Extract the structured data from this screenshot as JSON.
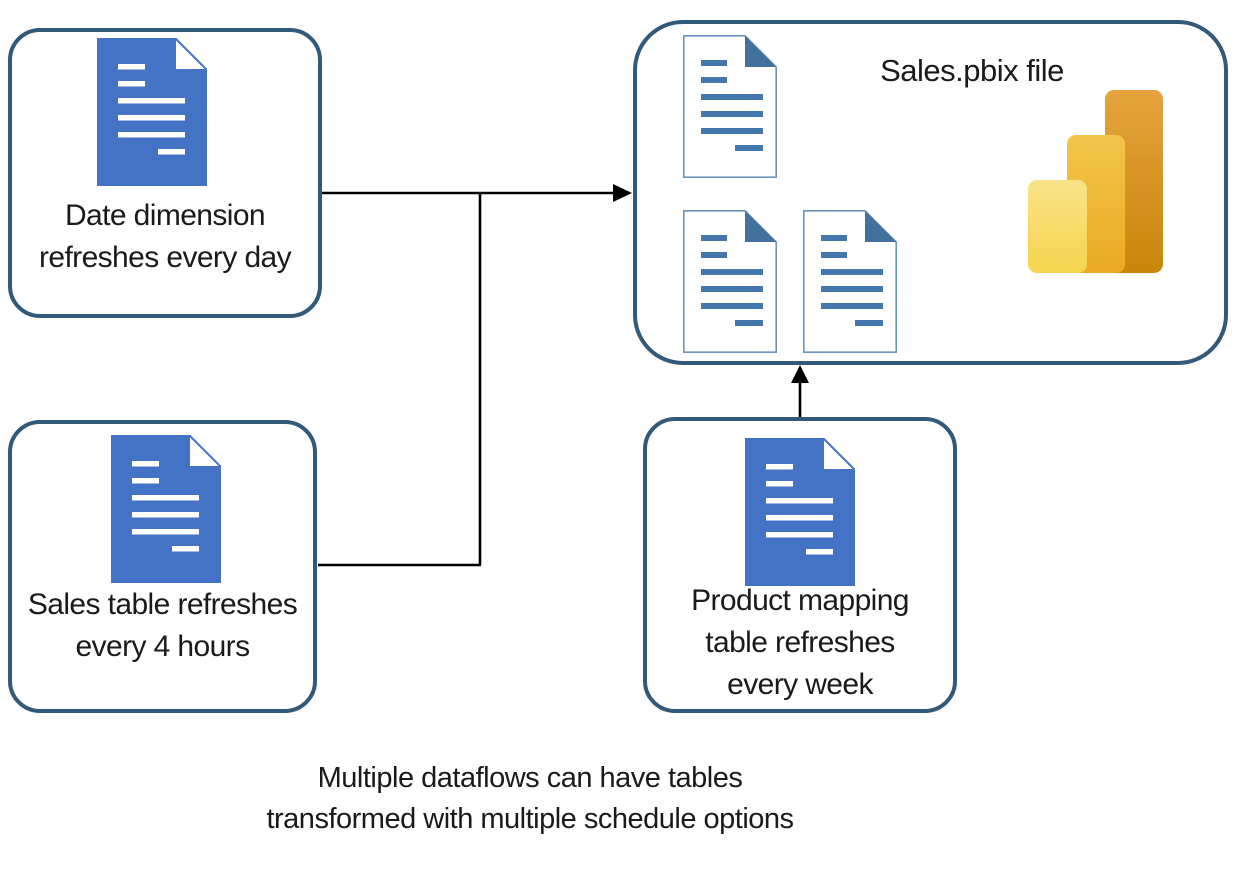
{
  "colors": {
    "box_border": "#30597A",
    "doc_fill": "#4472C4",
    "doc_outline": "#6A94BE",
    "doc_line": "#4478AD",
    "doc_fold": "#41719C",
    "connector": "#000000",
    "text_color": "#1A1A1A",
    "pbi_tall_1": "#E6A33D",
    "pbi_tall_2": "#C8860B",
    "pbi_mid_1": "#F2C64A",
    "pbi_mid_2": "#EAAA25",
    "pbi_short_1": "#F9E388",
    "pbi_short_2": "#F5D44F"
  },
  "boxes": {
    "date": {
      "lines": [
        "Date dimension",
        "refreshes every day"
      ]
    },
    "sales": {
      "lines": [
        "Sales table refreshes",
        "every 4 hours"
      ]
    },
    "product": {
      "lines": [
        "Product mapping",
        "table refreshes",
        "every week"
      ]
    },
    "pbix": {
      "title": "Sales.pbix file"
    }
  },
  "caption": {
    "lines": [
      "Multiple dataflows can have tables",
      "transformed with multiple schedule options"
    ]
  },
  "icons": {
    "blue_document": "document-icon",
    "outline_document": "document-outline-icon",
    "power_bi": "power-bi-logo"
  }
}
